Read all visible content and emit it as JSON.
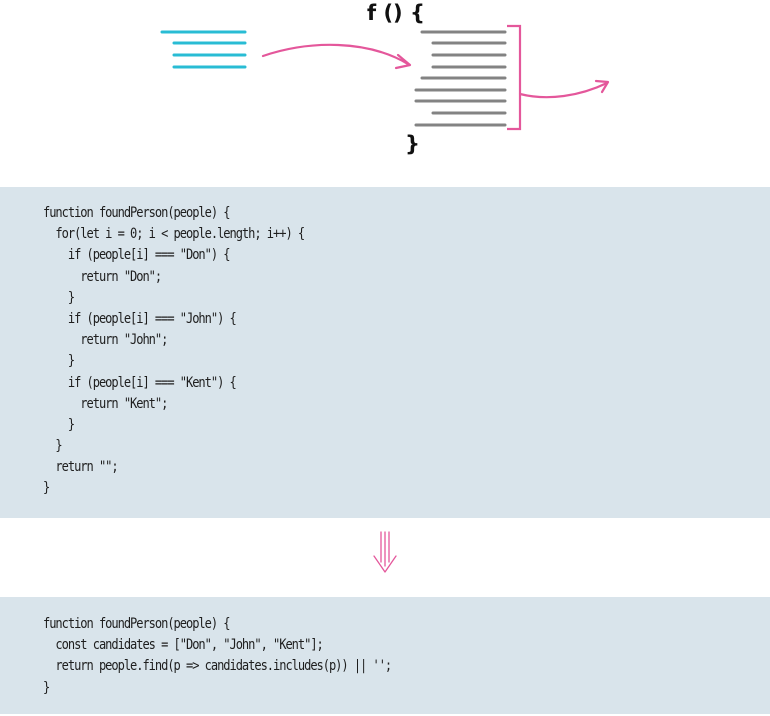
{
  "diagram": {
    "function_open": "f () {",
    "function_close": "}",
    "colors": {
      "input": "#29bcd4",
      "body": "#838383",
      "accent": "#e4579b",
      "label": "#111111"
    }
  },
  "code_before": {
    "lines": [
      "function foundPerson(people) {",
      "  for(let i = 0; i < people.length; i++) {",
      "    if (people[i] === \"Don\") {",
      "      return \"Don\";",
      "    }",
      "    if (people[i] === \"John\") {",
      "      return \"John\";",
      "    }",
      "    if (people[i] === \"Kent\") {",
      "      return \"Kent\";",
      "    }",
      "  }",
      "  return \"\";",
      "}"
    ]
  },
  "code_after": {
    "lines": [
      "function foundPerson(people) {",
      "  const candidates = [\"Don\", \"John\", \"Kent\"];",
      "  return people.find(p => candidates.includes(p)) || '';",
      "}"
    ]
  },
  "colors": {
    "panel_bg": "#d9e4eb",
    "code_text": "#1e1e1e"
  }
}
